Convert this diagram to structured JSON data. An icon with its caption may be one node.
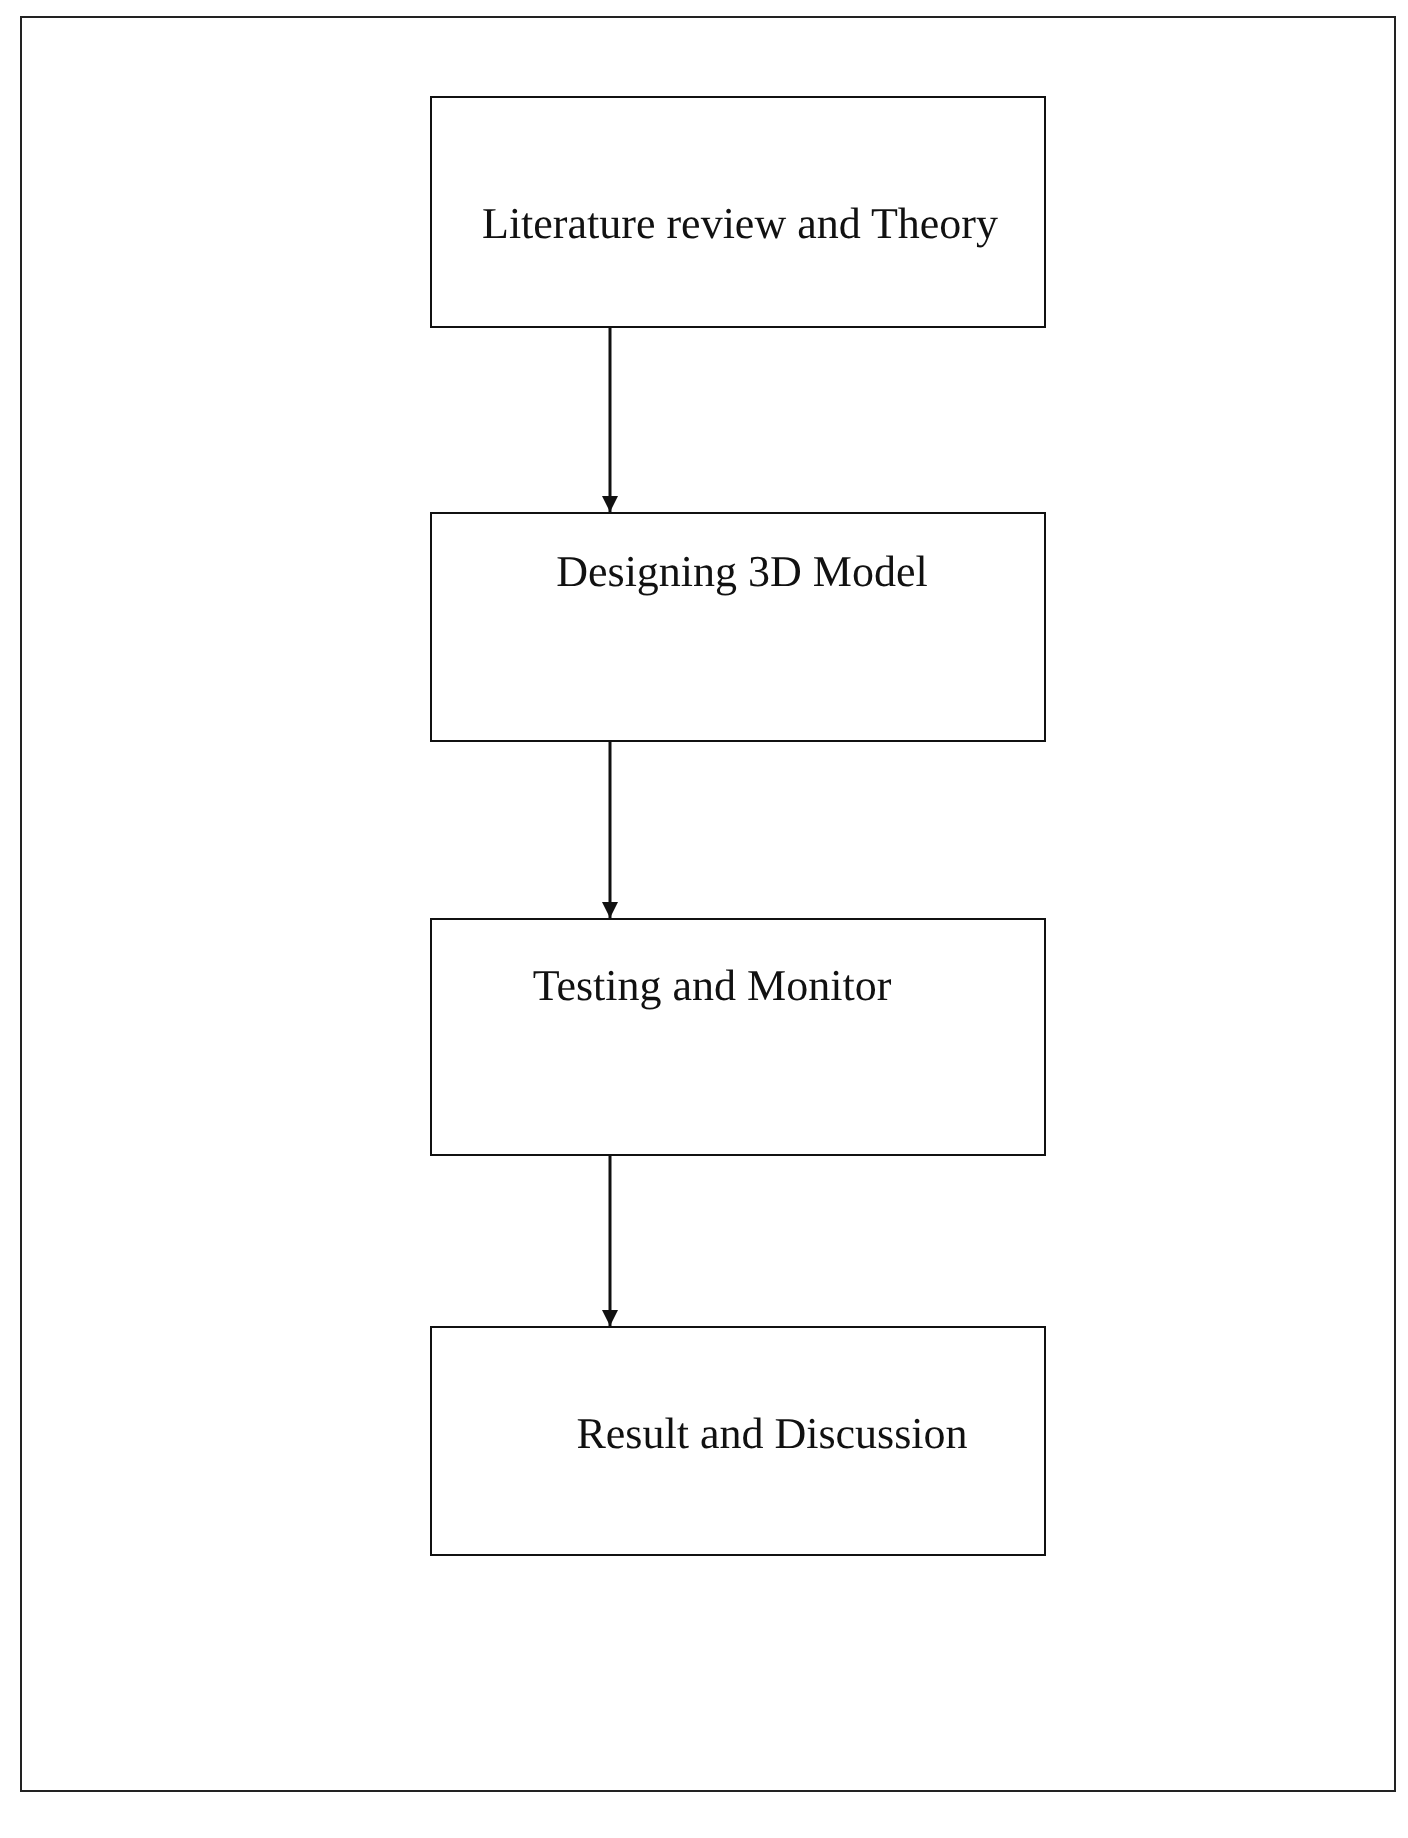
{
  "diagram": {
    "nodes": [
      {
        "text": [
          "Literature review and Theory"
        ]
      },
      {
        "text": [
          "Designing 3D Model"
        ]
      },
      {
        "text": [
          "Testing and Monitor"
        ]
      },
      {
        "text": [
          "Result and Discussion"
        ]
      }
    ],
    "edges": [
      {
        "from": 0,
        "to": 1,
        "arrow": "to"
      },
      {
        "from": 1,
        "to": 2,
        "arrow": "to"
      },
      {
        "from": 2,
        "to": 3,
        "arrow": "to"
      }
    ]
  }
}
